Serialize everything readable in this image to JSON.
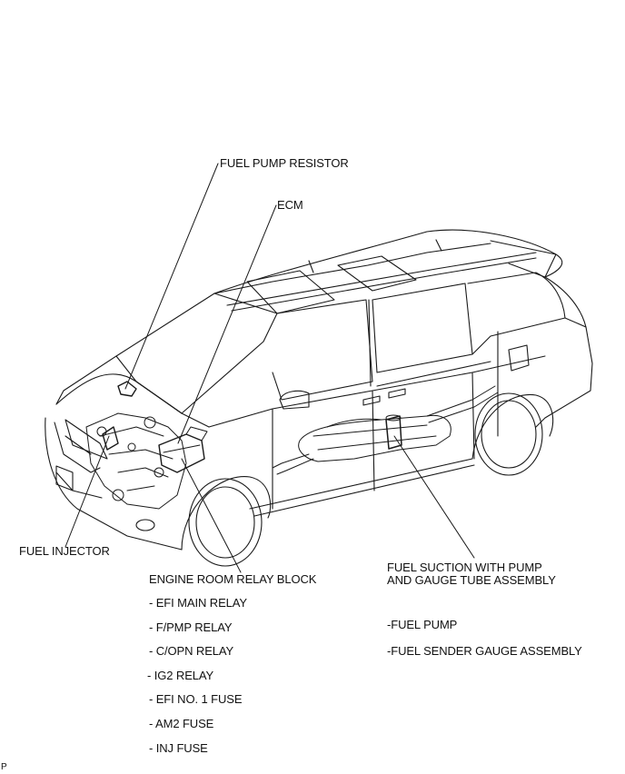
{
  "labels": {
    "fuel_pump_resistor": "FUEL PUMP RESISTOR",
    "ecm": "ECM",
    "fuel_injector": "FUEL INJECTOR",
    "engine_room_relay_block": "ENGINE ROOM RELAY BLOCK",
    "relay_block_items": [
      "- EFI MAIN RELAY",
      "- F/PMP RELAY",
      "- C/OPN RELAY",
      "- IG2 RELAY",
      "- EFI NO. 1 FUSE",
      "- AM2 FUSE",
      "- INJ FUSE"
    ],
    "fuel_suction_line1": "FUEL SUCTION WITH PUMP",
    "fuel_suction_line2": "AND GAUGE TUBE ASSEMBLY",
    "fuel_suction_items": [
      "-FUEL PUMP",
      "-FUEL SENDER GAUGE ASSEMBLY"
    ],
    "corner_mark": "P"
  },
  "colors": {
    "line": "#1a1a1a",
    "text": "#111111",
    "background": "#ffffff"
  },
  "icons": {
    "vehicle": "minivan-line-drawing"
  }
}
